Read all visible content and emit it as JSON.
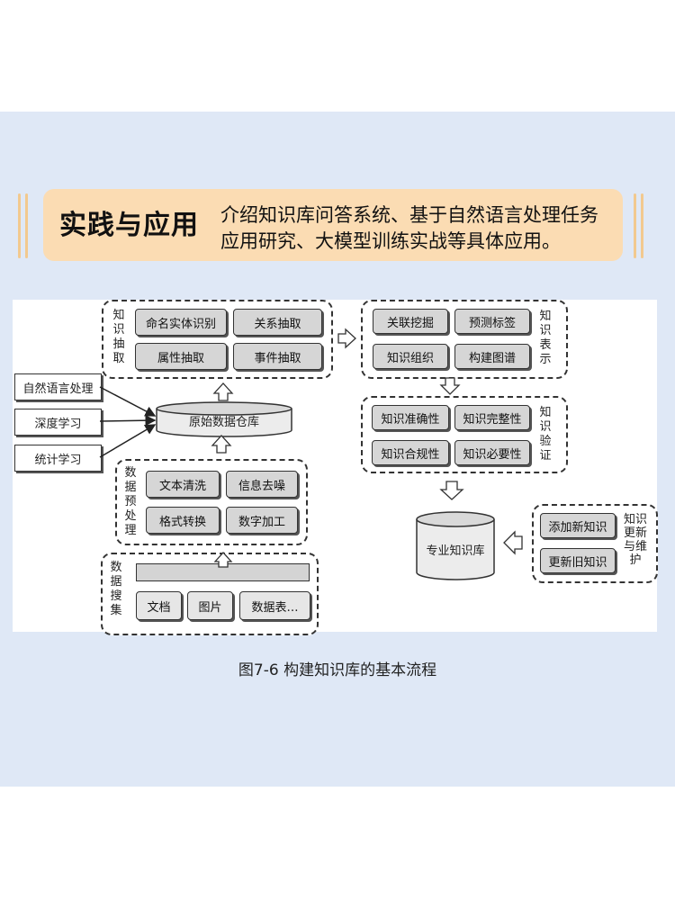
{
  "banner": {
    "title": "实践与应用",
    "text": "介绍知识库问答系统、基于自然语言处理任务应用研究、大模型训练实战等具体应用。"
  },
  "diagram": {
    "sources": [
      "自然语言处理",
      "深度学习",
      "统计学习"
    ],
    "raw_db": "原始数据仓库",
    "extraction": {
      "label": "知识抽取",
      "items": [
        "命名实体识别",
        "关系抽取",
        "属性抽取",
        "事件抽取"
      ]
    },
    "preprocess": {
      "label": "数据预处理",
      "items": [
        "文本清洗",
        "信息去噪",
        "格式转换",
        "数字加工"
      ]
    },
    "collection": {
      "label": "数据搜集",
      "items": [
        "文档",
        "图片",
        "数据表…"
      ]
    },
    "representation": {
      "label": "知识表示",
      "items": [
        "关联挖掘",
        "预测标签",
        "知识组织",
        "构建图谱"
      ]
    },
    "verification": {
      "label": "知识验证",
      "items": [
        "知识准确性",
        "知识完整性",
        "知识合规性",
        "知识必要性"
      ]
    },
    "pro_db": "专业知识库",
    "update": {
      "label": "知识更新与维护",
      "items": [
        "添加新知识",
        "更新旧知识"
      ]
    }
  },
  "caption": "图7-6  构建知识库的基本流程"
}
